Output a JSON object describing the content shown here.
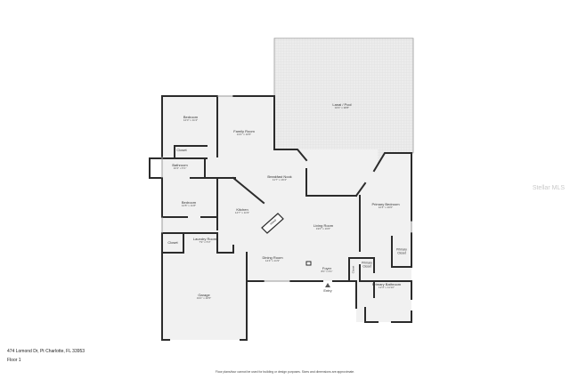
{
  "rooms": {
    "lanai": {
      "name": "Lanai / Pool",
      "dims": "32'3\" x 38'8\""
    },
    "bedroom1": {
      "name": "Bedroom",
      "dims": "12'0\" x 11'4\""
    },
    "family": {
      "name": "Family Room",
      "dims": "13'4\" x 16'5\""
    },
    "closet1": {
      "name": "Closet"
    },
    "bathroom": {
      "name": "Bathroom",
      "dims": "10'4\" x 5'1\""
    },
    "nook": {
      "name": "Breakfast Nook",
      "dims": "11'7\" x 16'4\""
    },
    "primary_bed": {
      "name": "Primary Bedroom",
      "dims": "12'4\" x 20'0\""
    },
    "bedroom2": {
      "name": "Bedroom",
      "dims": "12'8\" x 11'8\""
    },
    "kitchen": {
      "name": "Kitchen",
      "dims": "14'7\" x 11'9\""
    },
    "island": {
      "name": "Island"
    },
    "living": {
      "name": "Living Room",
      "dims": "19'0\" x 16'6\""
    },
    "primary_closet_r": {
      "name": "Primary Closet"
    },
    "closet2": {
      "name": "Closet"
    },
    "laundry": {
      "name": "Laundry Room",
      "dims": "7'9\" x 5'3\""
    },
    "dining": {
      "name": "Dining Room",
      "dims": "14'4\" x 11'9\""
    },
    "foyer": {
      "name": "Foyer",
      "dims": "8'0\" x 6'1\""
    },
    "closet3": {
      "name": "Closet"
    },
    "primary_closet_l": {
      "name": "Primary Closet"
    },
    "primary_bath": {
      "name": "Primary Bathroom",
      "dims": "12'4\" x 11'10\""
    },
    "garage": {
      "name": "Garage",
      "dims": "19'2\" x 20'5\""
    },
    "entry": {
      "name": "Entry"
    }
  },
  "footer": {
    "address": "474 Lomond Dr, Pt Charlotte, FL 33953",
    "floor": "Floor 1",
    "disclaimer": "Floor plans/tour cannot be used for building or design purposes. Sizes and dimensions are approximate.",
    "watermark": "Stellar MLS"
  },
  "colors": {
    "wall": "#2b2b2b",
    "floor": "#f1f1f1",
    "lanai_fill": "#e9e9e9"
  }
}
